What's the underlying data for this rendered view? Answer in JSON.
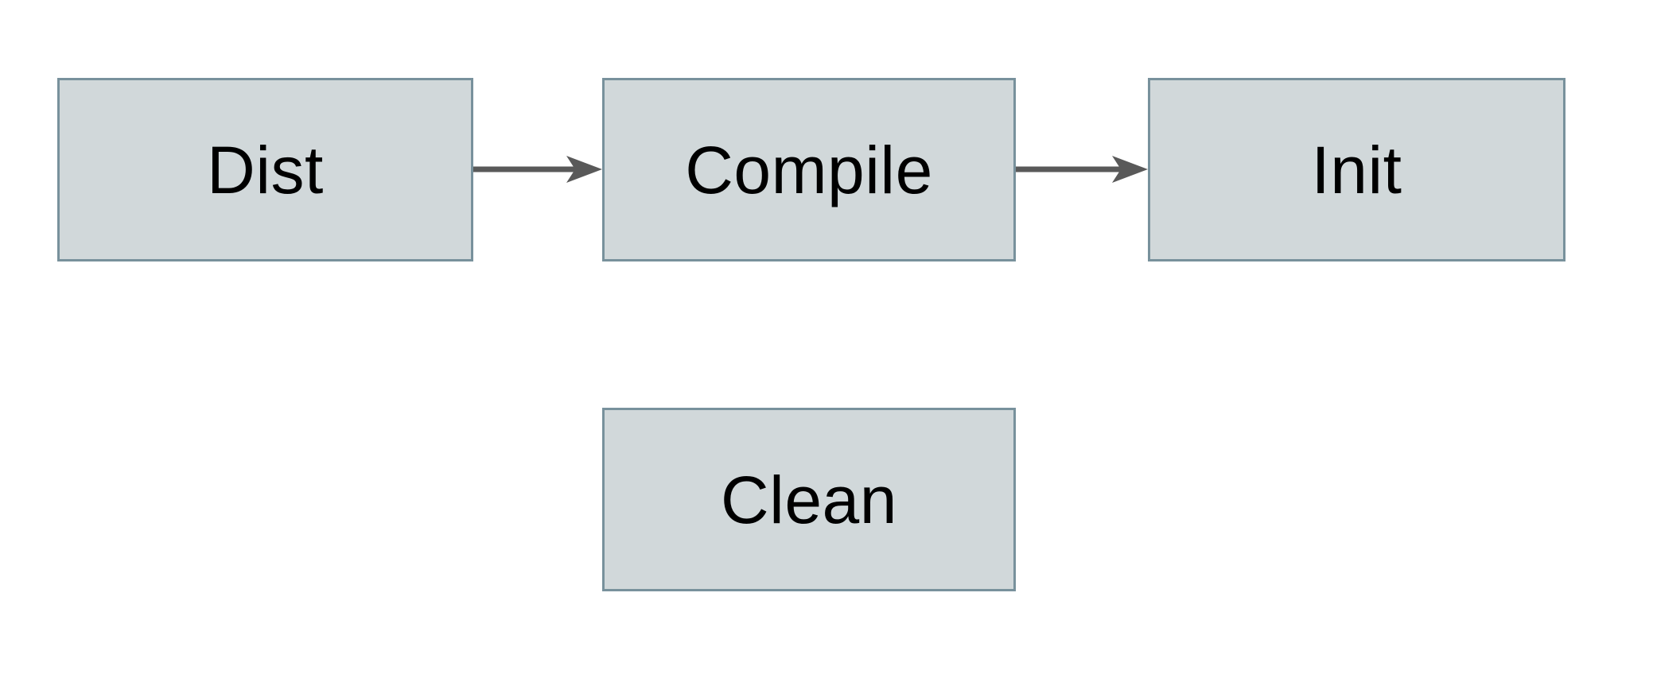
{
  "diagram": {
    "type": "flowchart",
    "nodes": [
      {
        "id": "dist",
        "label": "Dist"
      },
      {
        "id": "compile",
        "label": "Compile"
      },
      {
        "id": "init",
        "label": "Init"
      },
      {
        "id": "clean",
        "label": "Clean"
      }
    ],
    "edges": [
      {
        "from": "dist",
        "to": "compile",
        "direction": "right"
      },
      {
        "from": "compile",
        "to": "init",
        "direction": "right"
      }
    ],
    "colors": {
      "canvas_bg": "#ffffff",
      "node_fill": "#d1d8da",
      "node_border": "#78919c",
      "arrow_color": "#595959",
      "text_color": "#000000"
    }
  }
}
